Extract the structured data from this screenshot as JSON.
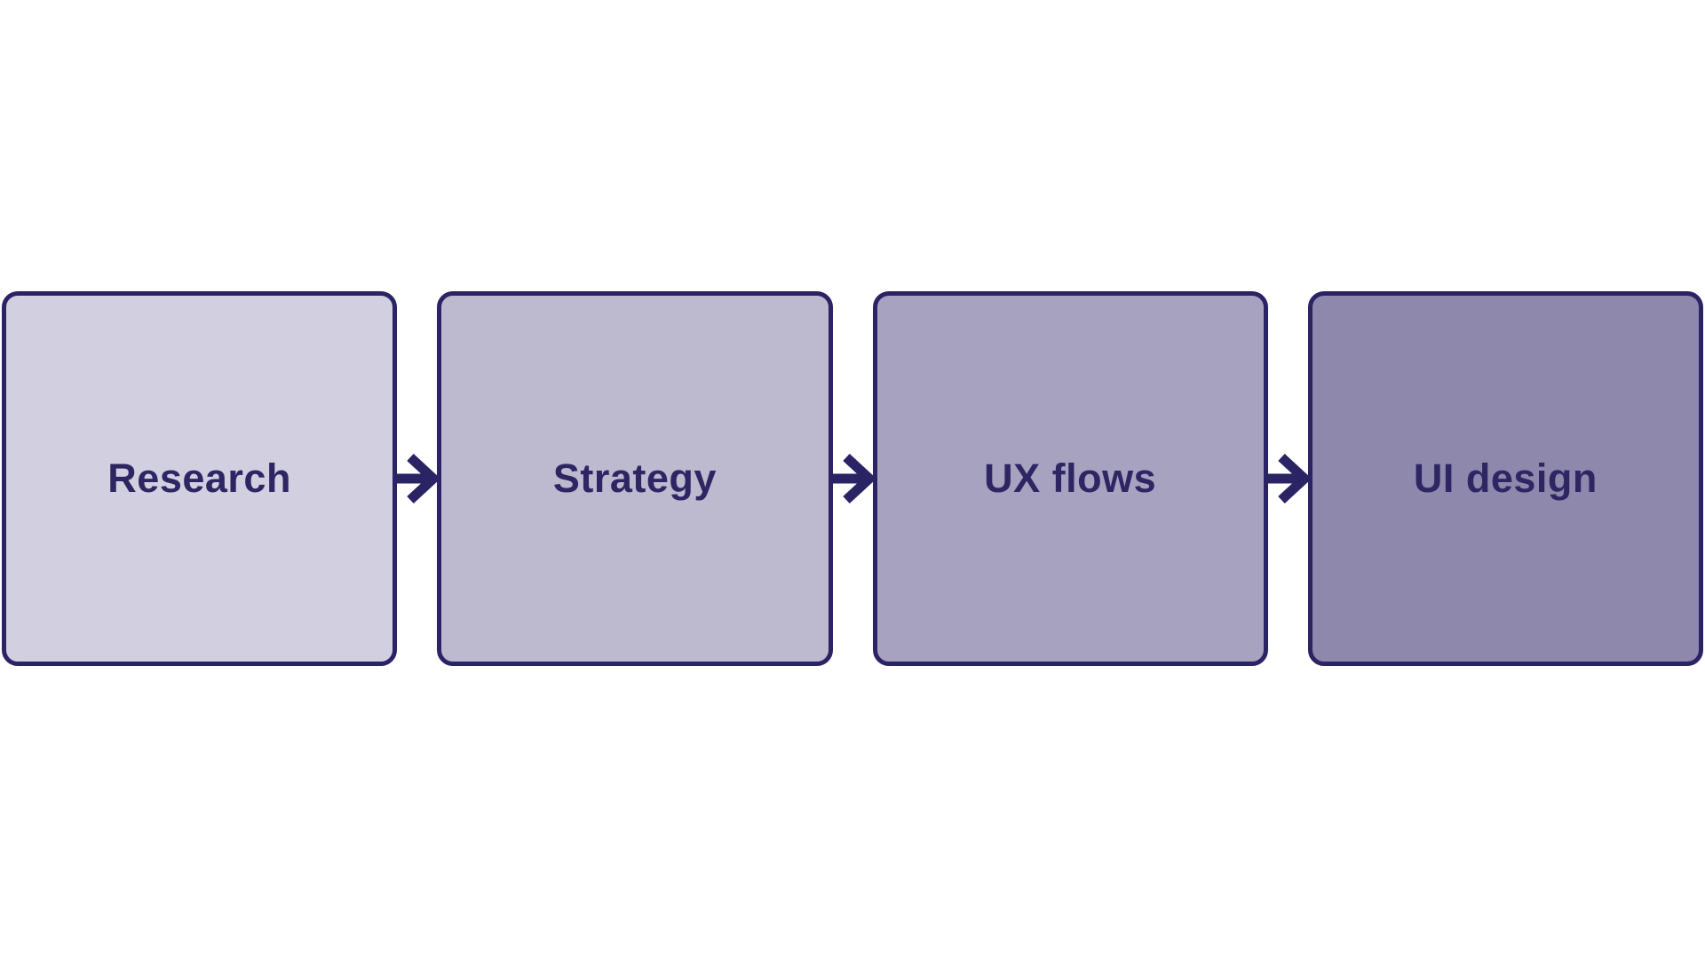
{
  "diagram": {
    "title": "",
    "background_color": "#ffffff",
    "border_color": "#2a2364",
    "text_color": "#2e2663",
    "arrow_color": "#2a2364",
    "arrow_icon": "arrow-right-icon",
    "steps": [
      {
        "label": "Research",
        "fill": "#d2d0e0"
      },
      {
        "label": "Strategy",
        "fill": "#bdb9cf"
      },
      {
        "label": "UX flows",
        "fill": "#a7a2c0"
      },
      {
        "label": "UI design",
        "fill": "#8e88ad"
      }
    ]
  }
}
